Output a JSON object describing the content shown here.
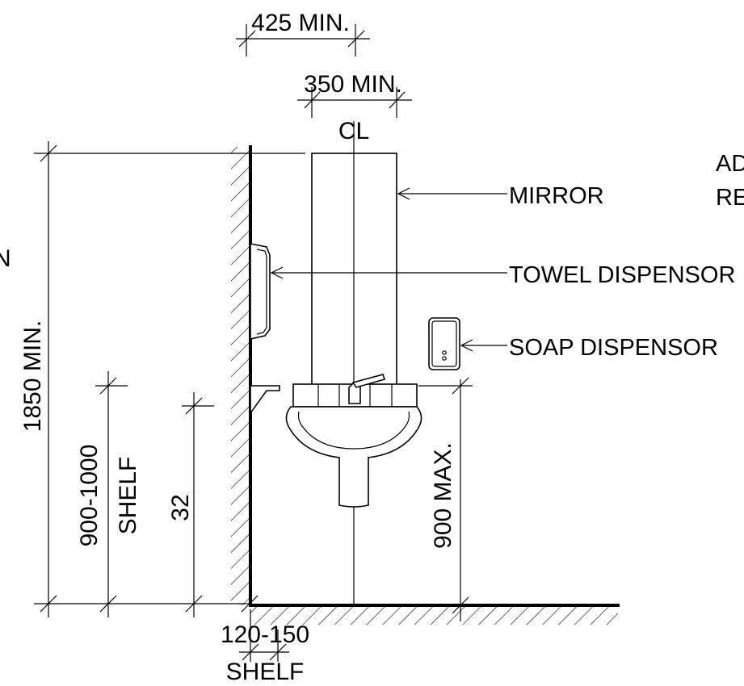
{
  "dimensions": {
    "top_width": "425 MIN.",
    "basin_width": "350 MIN.",
    "centerline": "CL",
    "height_total": "1850 MIN.",
    "shelf_height_value": "900-1000",
    "shelf_height_label": "SHELF",
    "basin_side_height": "32",
    "basin_height": "900 MAX.",
    "shelf_depth_value": "120-150",
    "shelf_depth_label": "SHELF"
  },
  "callouts": {
    "mirror": "MIRROR",
    "towel_dispensor": "TOWEL DISPENSOR",
    "soap_dispensor": "SOAP DISPENSOR"
  },
  "cut_text": {
    "left_edge": "N",
    "right_top_1": "AD",
    "right_top_2": "RE"
  }
}
